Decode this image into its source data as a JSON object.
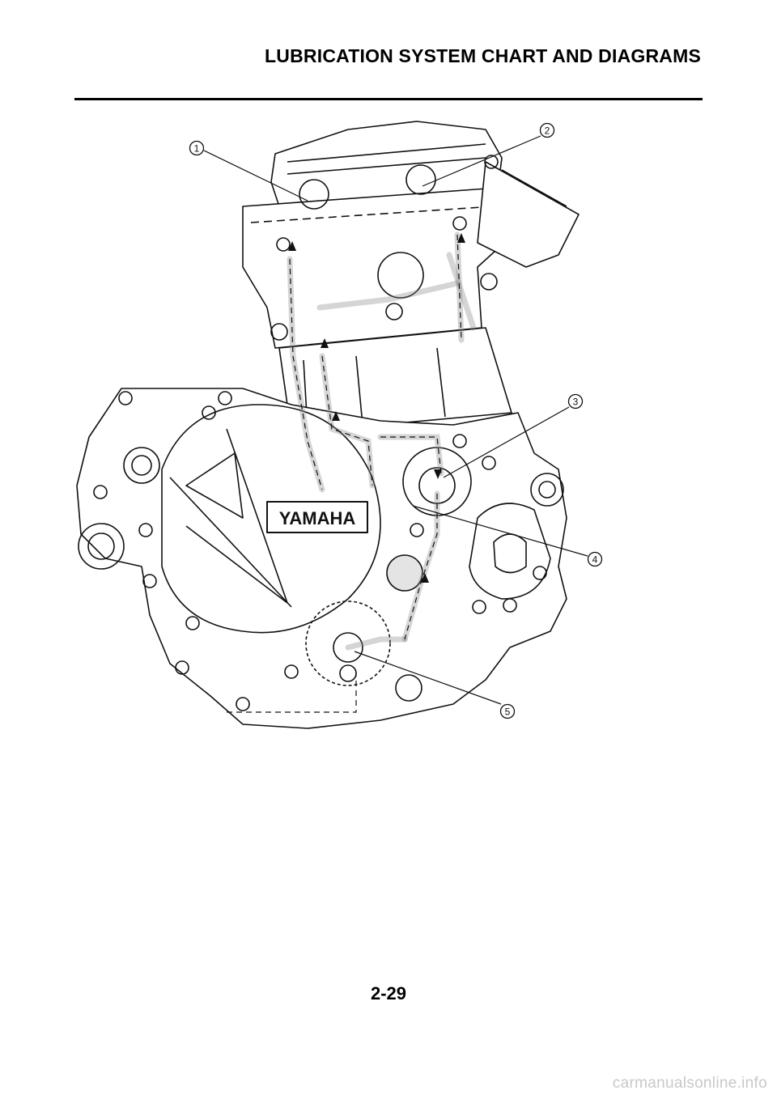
{
  "header": {
    "title": "LUBRICATION SYSTEM CHART AND DIAGRAMS"
  },
  "diagram": {
    "callouts": [
      "1",
      "2",
      "3",
      "4",
      "5"
    ],
    "logo_text": "YAMAHA"
  },
  "footer": {
    "page_number": "2-29"
  },
  "watermark": {
    "text": "carmanualsonline.info"
  }
}
